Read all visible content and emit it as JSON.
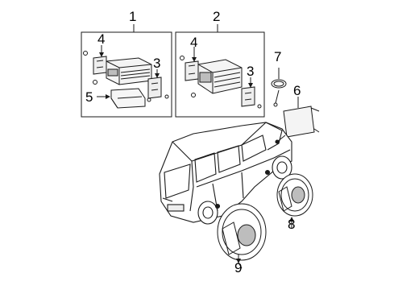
{
  "diagram": {
    "callouts": [
      "1",
      "2",
      "3",
      "3",
      "4",
      "4",
      "5",
      "6",
      "7",
      "8",
      "9"
    ]
  },
  "colors": {
    "line": "#1a1a1a",
    "background": "#ffffff",
    "shade": "#bdbdbd"
  }
}
